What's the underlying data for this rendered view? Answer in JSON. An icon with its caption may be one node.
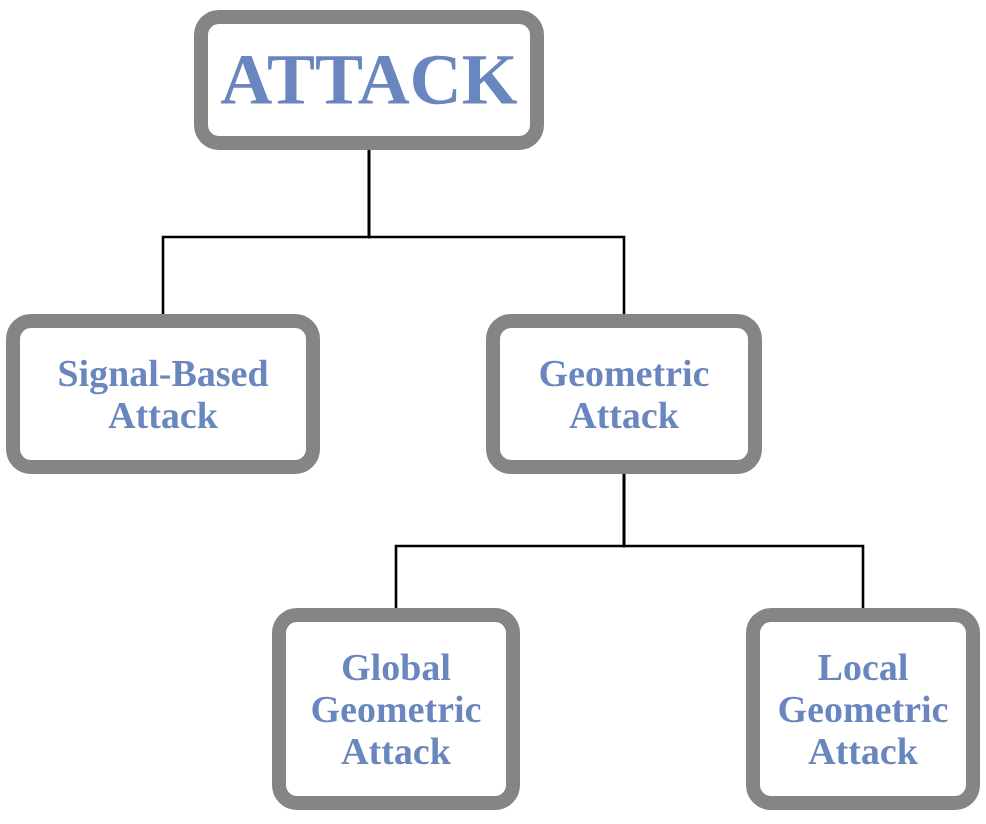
{
  "diagram": {
    "nodes": [
      {
        "text": [
          "ATTACK"
        ]
      },
      {
        "text": [
          "Signal-Based Attack"
        ]
      },
      {
        "text": [
          "Geometric Attack"
        ]
      },
      {
        "text": [
          "Global Geometric Attack"
        ]
      },
      {
        "text": [
          "Local Geometric Attack"
        ]
      }
    ],
    "edges": [
      {
        "from": 0,
        "to": 1,
        "arrow": "none"
      },
      {
        "from": 0,
        "to": 2,
        "arrow": "none"
      },
      {
        "from": 2,
        "to": 3,
        "arrow": "none"
      },
      {
        "from": 2,
        "to": 4,
        "arrow": "none"
      }
    ]
  }
}
